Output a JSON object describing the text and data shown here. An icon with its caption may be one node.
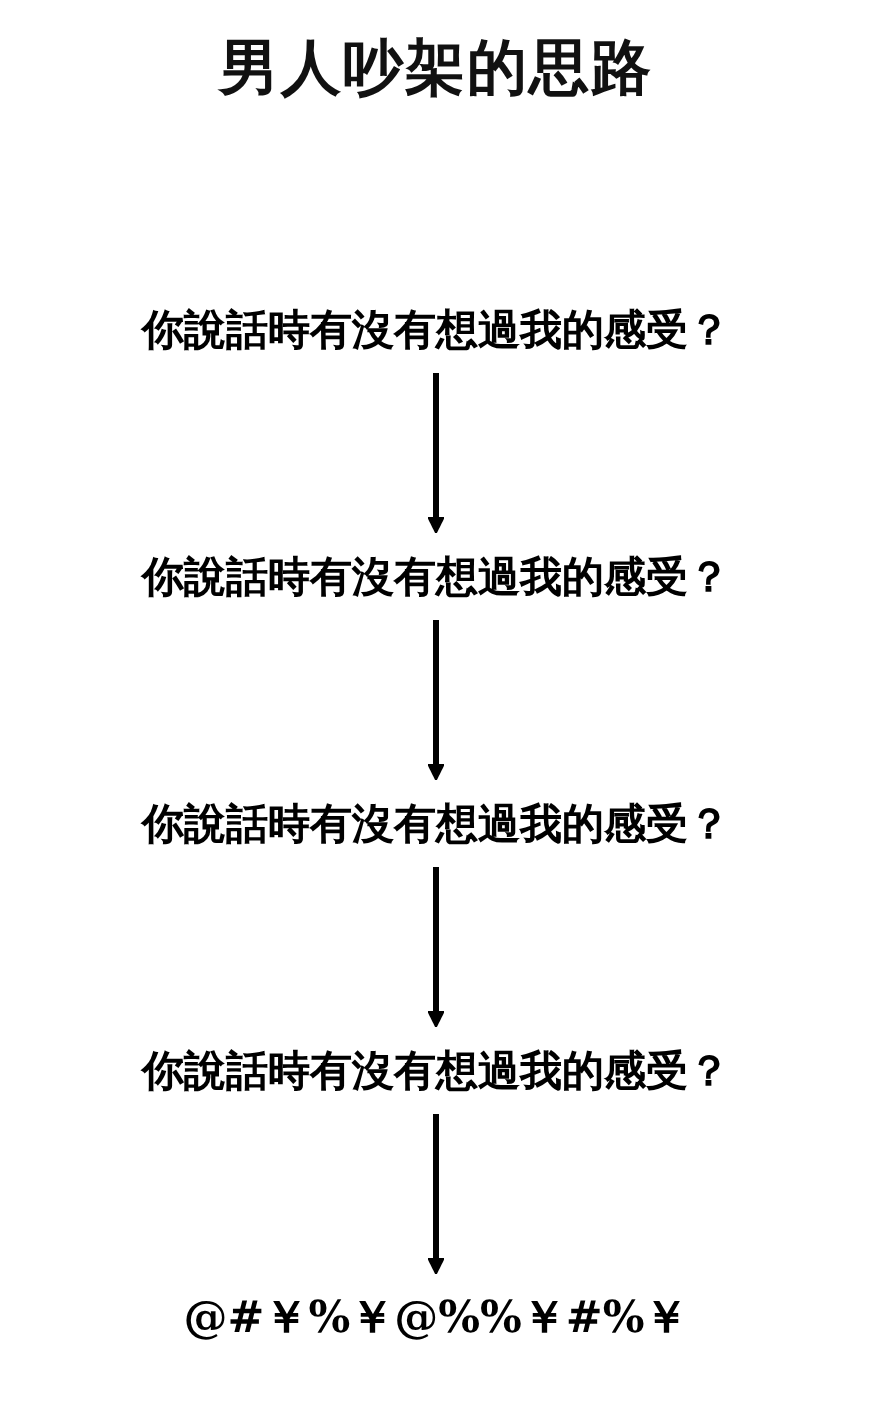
{
  "diagram": {
    "title": "男人吵架的思路",
    "nodes": [
      {
        "text": [
          "你說話時有沒有想過我的感受？"
        ]
      },
      {
        "text": [
          "你說話時有沒有想過我的感受？"
        ]
      },
      {
        "text": [
          "你說話時有沒有想過我的感受？"
        ]
      },
      {
        "text": [
          "你說話時有沒有想過我的感受？"
        ]
      },
      {
        "text": [
          "@#￥%￥@%%￥#%￥"
        ]
      }
    ],
    "edges": [
      {
        "from": 0,
        "to": 1,
        "arrow": "to"
      },
      {
        "from": 1,
        "to": 2,
        "arrow": "to"
      },
      {
        "from": 2,
        "to": 3,
        "arrow": "to"
      },
      {
        "from": 3,
        "to": 4,
        "arrow": "to"
      }
    ]
  }
}
